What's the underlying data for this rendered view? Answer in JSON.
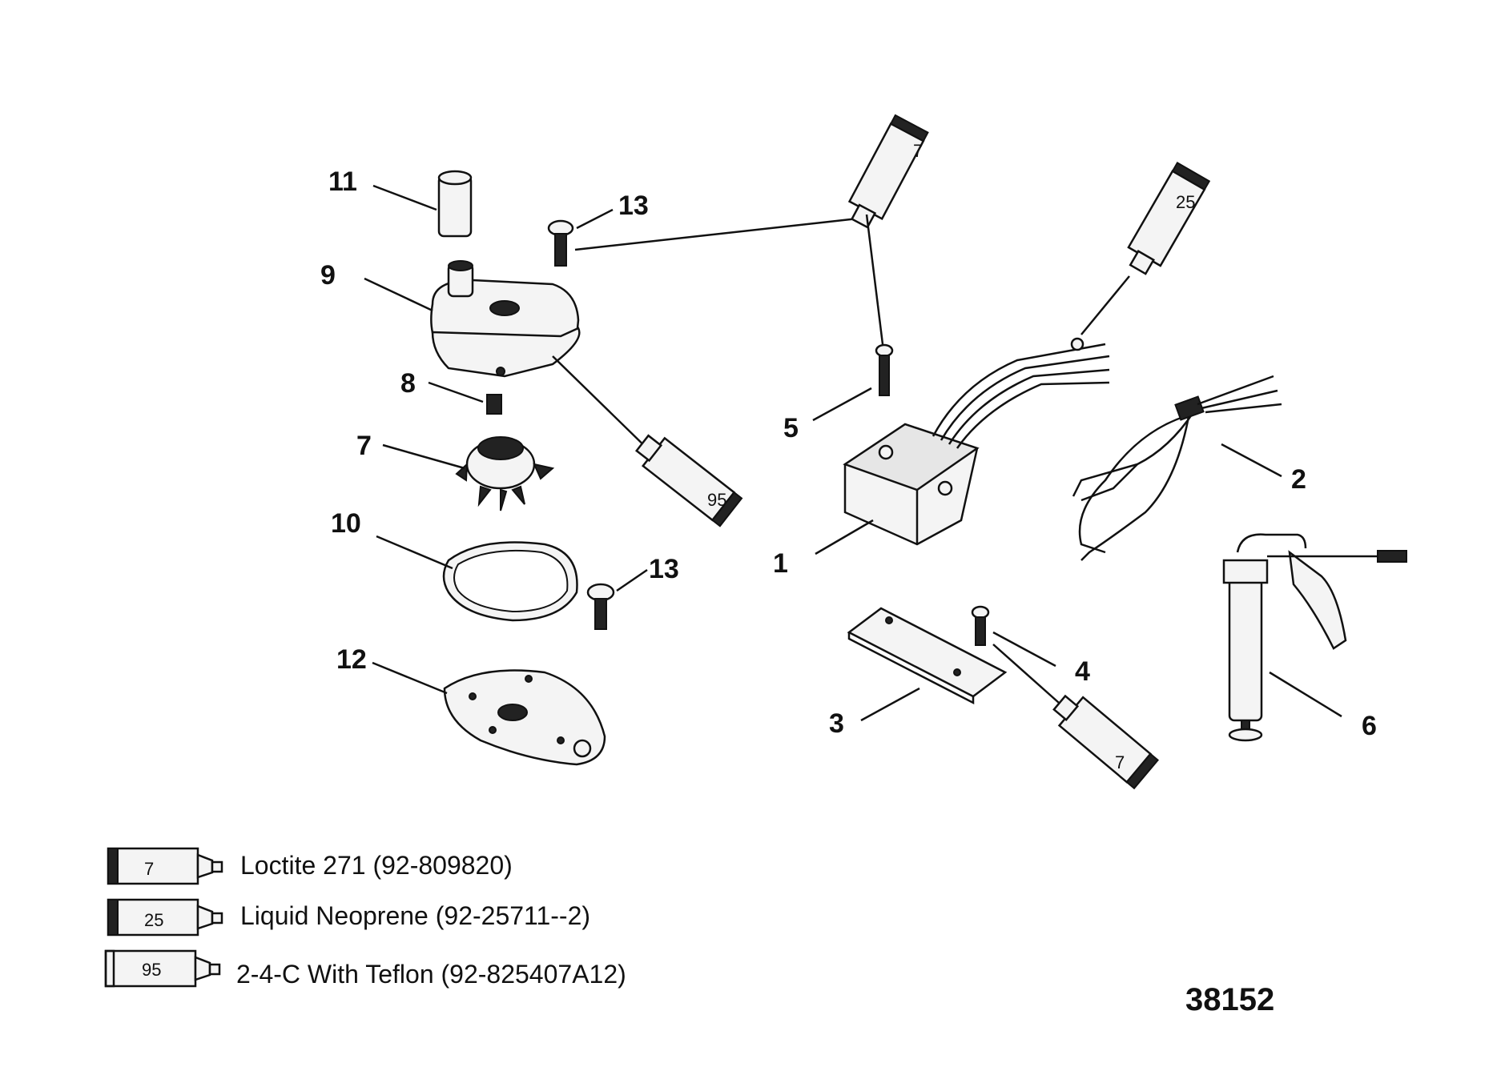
{
  "callouts": {
    "c1": "1",
    "c2": "2",
    "c3": "3",
    "c4": "4",
    "c5": "5",
    "c6": "6",
    "c7": "7",
    "c8": "8",
    "c9": "9",
    "c10": "10",
    "c11": "11",
    "c12": "12",
    "c13a": "13",
    "c13b": "13"
  },
  "tube_numbers": {
    "top7": "7",
    "top25": "25",
    "mid95": "95",
    "bottom7": "7"
  },
  "legend": [
    {
      "tube": "7",
      "text": "Loctite 271 (92-809820)"
    },
    {
      "tube": "25",
      "text": "Liquid Neoprene (92-25711--2)"
    },
    {
      "tube": "95",
      "text": "2-4-C  With Teflon (92-825407A12)"
    }
  ],
  "figure_number": "38152"
}
